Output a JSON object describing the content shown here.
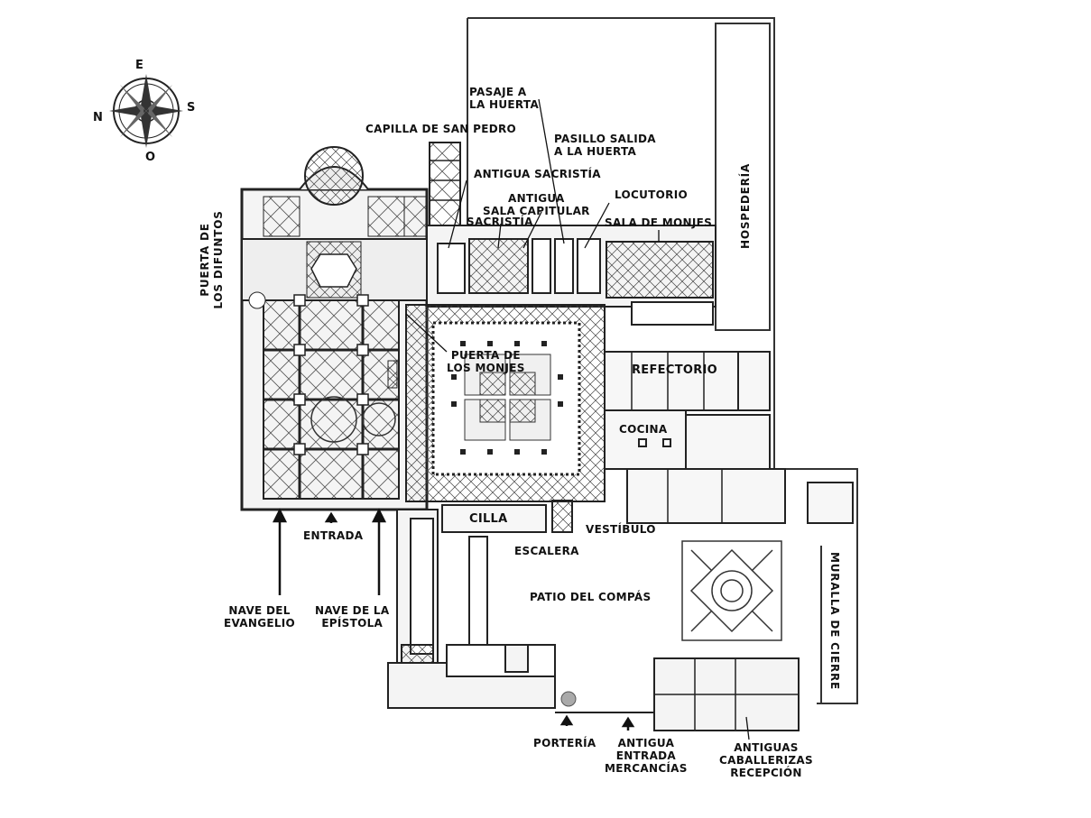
{
  "compass": {
    "north": "N",
    "east": "E",
    "south": "S",
    "west": "O"
  },
  "labels": {
    "capilla_san_pedro": "CAPILLA DE SAN PEDRO",
    "pasaje_huerta_1": "PASAJE A",
    "pasaje_huerta_2": "LA HUERTA",
    "pasillo_salida_1": "PASILLO SALIDA",
    "pasillo_salida_2": "A LA HUERTA",
    "antigua_sacristia": "ANTIGUA SACRISTÍA",
    "sala_capitular_1": "ANTIGUA",
    "sala_capitular_2": "SALA CAPITULAR",
    "sacristia": "SACRISTÍA",
    "locutorio": "LOCUTORIO",
    "sala_monjes": "SALA DE MONJES",
    "hospederia": "HOSPEDERÍA",
    "puerta_difuntos_1": "PUERTA DE",
    "puerta_difuntos_2": "LOS DIFUNTOS",
    "puerta_monjes_1": "PUERTA DE",
    "puerta_monjes_2": "LOS MONJES",
    "refectorio": "REFECTORIO",
    "cocina": "COCINA",
    "cilla": "CILLA",
    "vestibulo": "VESTÍBULO",
    "escalera": "ESCALERA",
    "entrada": "ENTRADA",
    "patio_compas": "PATIO DEL COMPÁS",
    "nave_evangelio_1": "NAVE DEL",
    "nave_evangelio_2": "EVANGELIO",
    "nave_epistola_1": "NAVE DE LA",
    "nave_epistola_2": "EPÍSTOLA",
    "muralla": "MURALLA DE CIERRE",
    "porteria": "PORTERÍA",
    "entrada_mercancias_1": "ANTIGUA",
    "entrada_mercancias_2": "ENTRADA",
    "entrada_mercancias_3": "MERCANCÍAS",
    "caballerizas_1": "ANTIGUAS",
    "caballerizas_2": "CABALLERIZAS",
    "caballerizas_3": "RECEPCIÓN"
  }
}
